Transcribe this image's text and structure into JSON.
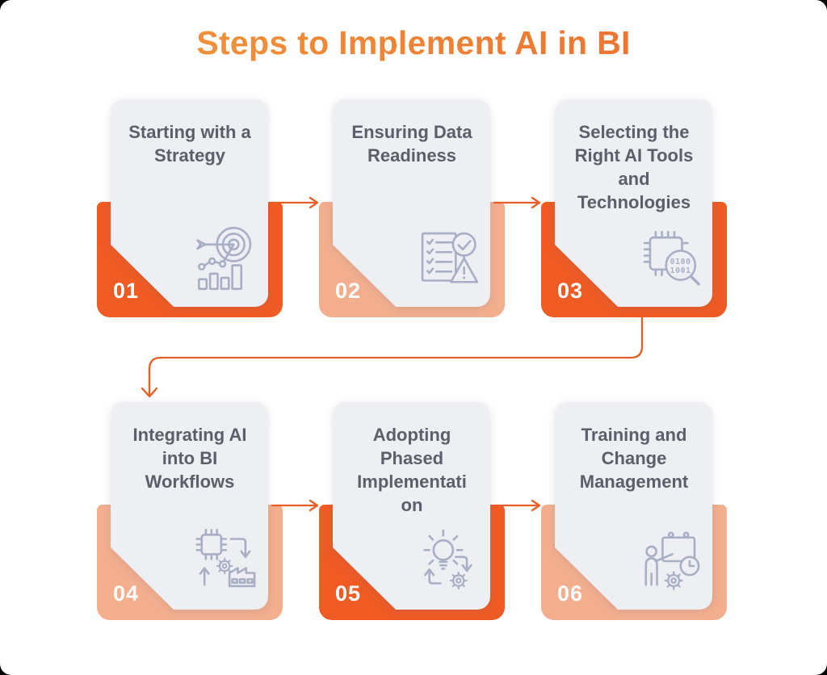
{
  "title": {
    "text": "Steps to Implement AI in BI"
  },
  "colors": {
    "frame_bg": "#000000",
    "canvas_bg": "#ffffff",
    "title_from": "#f29d3d",
    "title_to": "#ec682c",
    "card_bg": "#edeff3",
    "step_text": "#5a5f69",
    "icon_stroke": "#a8afc5",
    "number_text": "#ffffff",
    "connector": "#e75d26",
    "accent_orange": "#f05a23",
    "accent_peach": "#f3ae8e"
  },
  "steps": [
    {
      "number": "01",
      "title": "Starting with a Strategy",
      "badge_color": "#f05a23",
      "icon": "target-arrow-chart-icon"
    },
    {
      "number": "02",
      "title": "Ensuring Data Readiness",
      "badge_color": "#f3ae8e",
      "icon": "checklist-check-warning-icon"
    },
    {
      "number": "03",
      "title": "Selecting the Right AI Tools and Technologies",
      "badge_color": "#f05a23",
      "icon": "chip-magnifier-binary-icon"
    },
    {
      "number": "04",
      "title": "Integrating AI into BI Workflows",
      "badge_color": "#f3ae8e",
      "icon": "chip-gear-factory-cycle-icon"
    },
    {
      "number": "05",
      "title": "Adopting Phased Implementation",
      "badge_color": "#f05a23",
      "icon": "lightbulb-gear-cycle-icon"
    },
    {
      "number": "06",
      "title": "Training and Change Management",
      "badge_color": "#f3ae8e",
      "icon": "trainer-calendar-clock-gear-icon"
    }
  ],
  "icon_text": {
    "binary_line1": "0100",
    "binary_line2": "1001"
  }
}
